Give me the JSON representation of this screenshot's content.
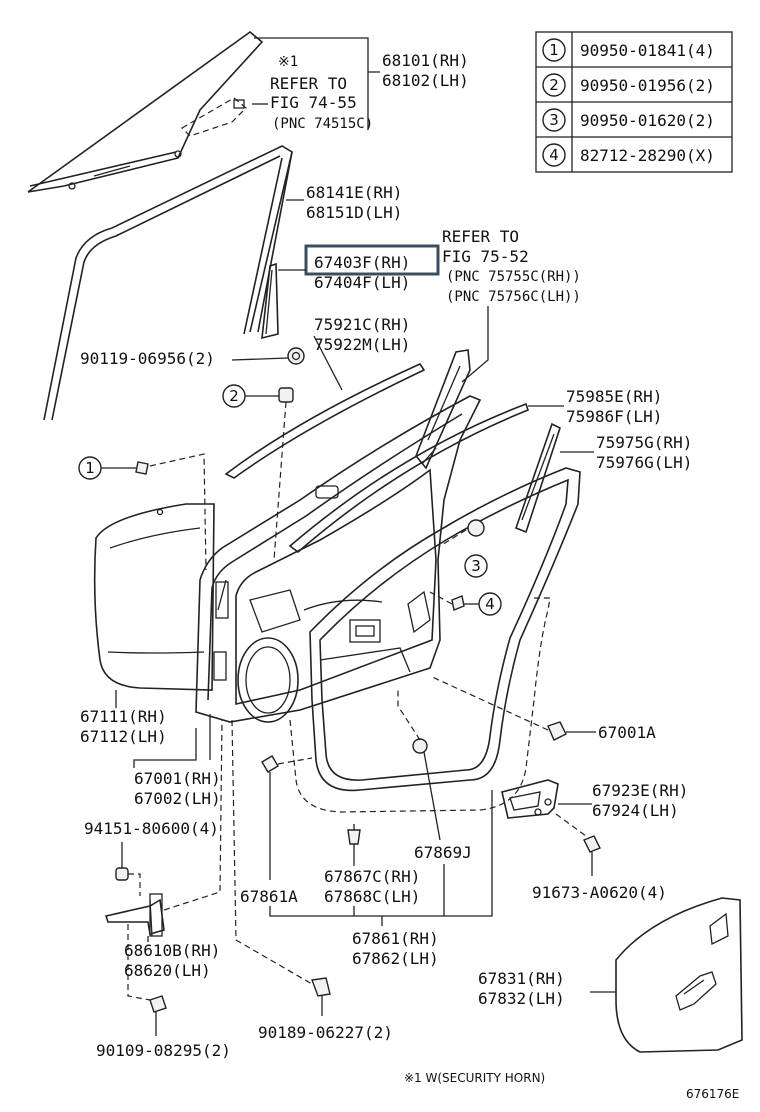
{
  "notes": {
    "refer1_mark": "※1",
    "refer1_line1": "REFER TO",
    "refer1_line2": "FIG 74-55",
    "refer1_line3": "(PNC 74515C)",
    "refer2_line1": "REFER TO",
    "refer2_line2": "FIG 75-52",
    "refer2_line3": "(PNC 75755C(RH))",
    "refer2_line4": "(PNC 75756C(LH))",
    "footnote": "※1 W(SECURITY HORN)",
    "figure_id": "676176E"
  },
  "legend": [
    {
      "num": "1",
      "part": "90950-01841(4)"
    },
    {
      "num": "2",
      "part": "90950-01956(2)"
    },
    {
      "num": "3",
      "part": "90950-01620(2)"
    },
    {
      "num": "4",
      "part": "82712-28290(X)"
    }
  ],
  "callouts": {
    "glass": [
      "68101(RH)",
      "68102(LH)"
    ],
    "run_channel": [
      "68141E(RH)",
      "68151D(LH)"
    ],
    "highlight": [
      "67403F(RH)",
      "67404F(LH)"
    ],
    "outer_weatherstrip": [
      "75921C(RH)",
      "75922M(LH)"
    ],
    "bolt_90119": "90119-06956(2)",
    "belt_molding": [
      "75985E(RH)",
      "75986F(LH)"
    ],
    "frame_molding": [
      "75975G(RH)",
      "75976G(LH)"
    ],
    "outer_panel": [
      "67111(RH)",
      "67112(LH)"
    ],
    "door_panel": [
      "67001(RH)",
      "67002(LH)"
    ],
    "plug": "67001A",
    "bracket": [
      "67923E(RH)",
      "67924(LH)"
    ],
    "clip_94151": "94151-80600(4)",
    "clip_67869": "67869J",
    "clip_67867": [
      "67867C(RH)",
      "67868C(LH)"
    ],
    "clip_67861a": "67861A",
    "screw_91673": "91673-A0620(4)",
    "weatherstrip": [
      "67861(RH)",
      "67862(LH)"
    ],
    "check": [
      "68610B(RH)",
      "68620(LH)"
    ],
    "service_hole_cover": [
      "67831(RH)",
      "67832(LH)"
    ],
    "bolt_90109": "90109-08295(2)",
    "clip_90189": "90189-06227(2)"
  }
}
